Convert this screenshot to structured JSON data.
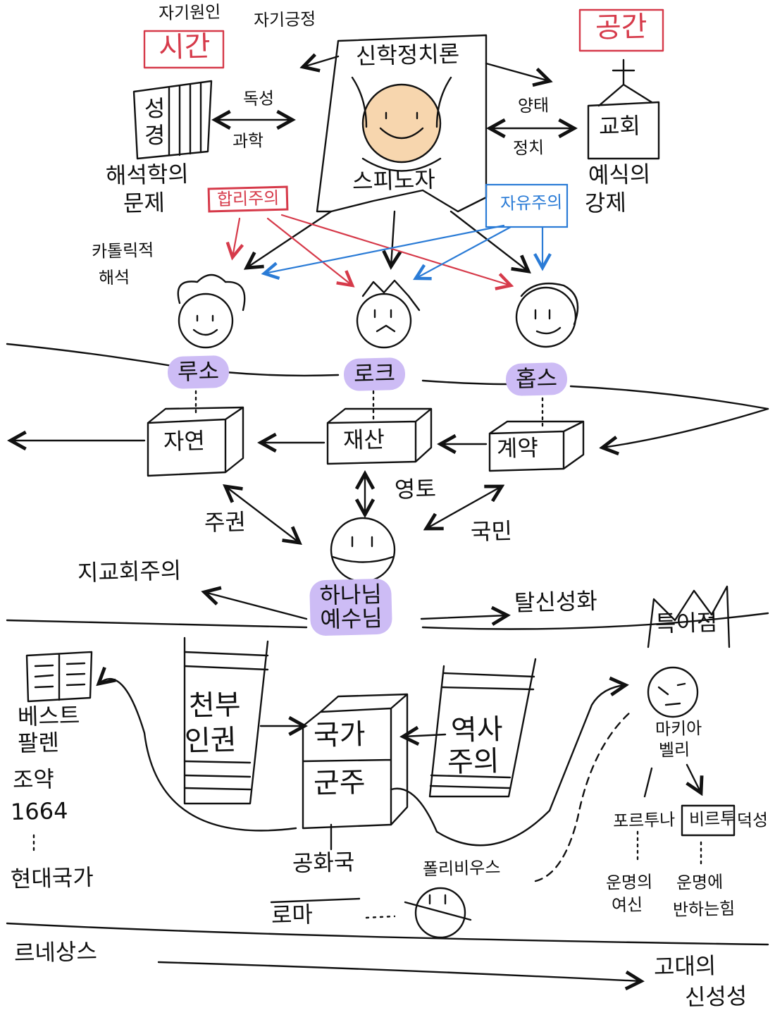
{
  "top": {
    "self_cause": "자기원인",
    "self_affirm": "자기긍정",
    "time_box": "시간",
    "space_box": "공간",
    "treatise": "신학정치론",
    "spinoza": "스피노자",
    "bible_1": "성",
    "bible_2": "경",
    "church": "교회",
    "reading": "독성",
    "science": "과학",
    "hermeneutics_1": "해석학의",
    "hermeneutics_2": "문제",
    "catholic_1": "카톨릭적",
    "catholic_2": "해석",
    "rationalism": "합리주의",
    "freedom": "자유주의",
    "worship": "양태",
    "politics": "정치",
    "ritual_1": "예식의",
    "ritual_2": "강제"
  },
  "thinkers": {
    "rousseau": "루소",
    "locke": "로크",
    "hobbes": "홉스"
  },
  "boxes": {
    "nature": "자연",
    "property": "재산",
    "contract": "계약"
  },
  "mid": {
    "sovereignty": "주권",
    "territory": "영토",
    "people": "국민",
    "god_1": "하나님",
    "god_2": "예수님",
    "anticlerical": "지교회주의",
    "desacral": "탈신성화",
    "singularity": "특이점"
  },
  "lower": {
    "human_rights_1": "천부",
    "human_rights_2": "인권",
    "state": "국가",
    "monarch": "군주",
    "historicism_1": "역사",
    "historicism_2": "주의",
    "westphalia_1": "베스트",
    "westphalia_2": "팔렌",
    "treaty": "조약",
    "year": "1664",
    "modern_state": "현대국가",
    "machiavelli_1": "마키아",
    "machiavelli_2": "벨리",
    "fortuna": "포르투나",
    "virtu": "비르투",
    "virtu_suffix": "덕성",
    "goddess_1": "운명의",
    "goddess_2": "여신",
    "resist_1": "운명에",
    "resist_2": "반하는힘",
    "republic": "공화국",
    "rome": "로마",
    "polybius": "폴리비우스"
  },
  "bottom": {
    "renaissance": "르네상스",
    "ancient_1": "고대의",
    "ancient_2": "신성성"
  },
  "colors": {
    "red": "#d63a4a",
    "blue": "#2a7bd6",
    "highlight": "#cdbcf5",
    "face": "#f7d6ae"
  }
}
